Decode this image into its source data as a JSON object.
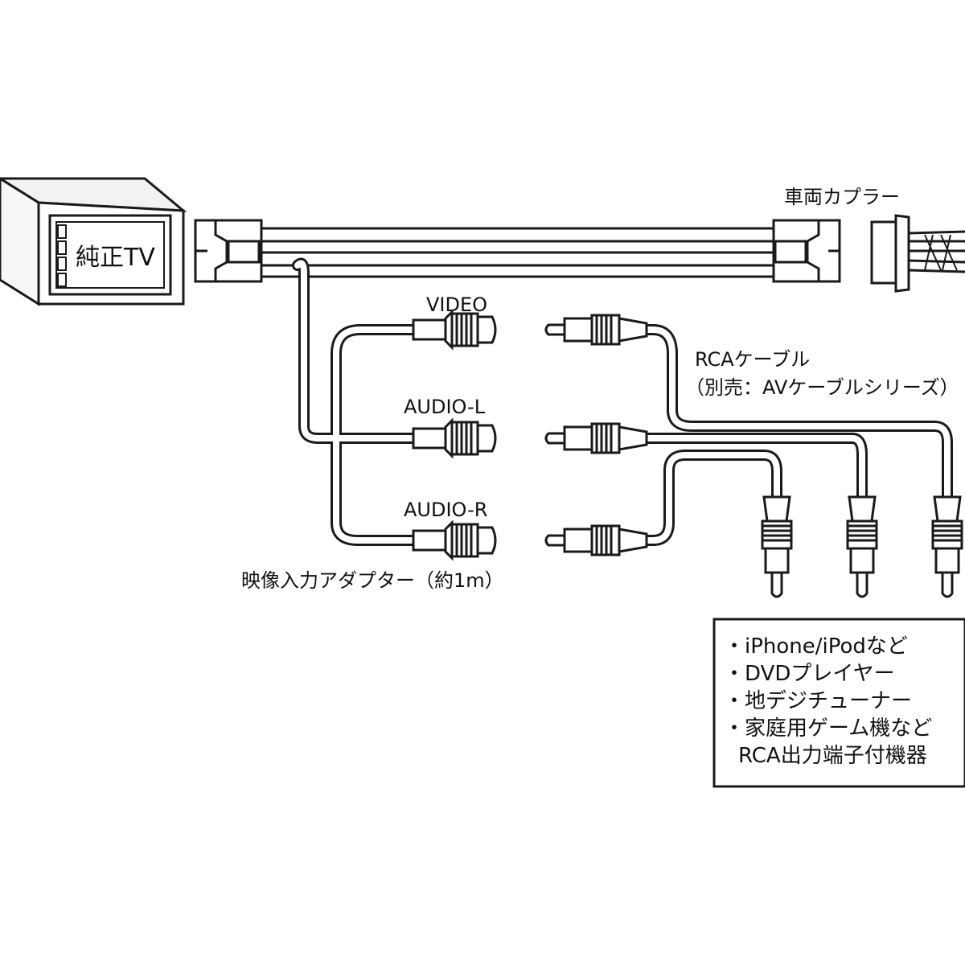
{
  "tv": {
    "label": "純正TV"
  },
  "vehicle_coupler": {
    "label": "車両カプラー"
  },
  "adapter": {
    "label": "映像入力アダプター（約1m）",
    "channels": [
      "VIDEO",
      "AUDIO-L",
      "AUDIO-R"
    ]
  },
  "rca_cable": {
    "label": "RCAケーブル",
    "note": "（別売：AVケーブルシリーズ）"
  },
  "devices_box": {
    "items": [
      "・iPhone/iPodなど",
      "・DVDプレイヤー",
      "・地デジチューナー",
      "・家庭用ゲーム機など",
      "RCA出力端子付機器"
    ]
  },
  "colors": {
    "line": "#1a1a1a",
    "fill": "#ffffff",
    "shade": "#e6e6e6"
  }
}
